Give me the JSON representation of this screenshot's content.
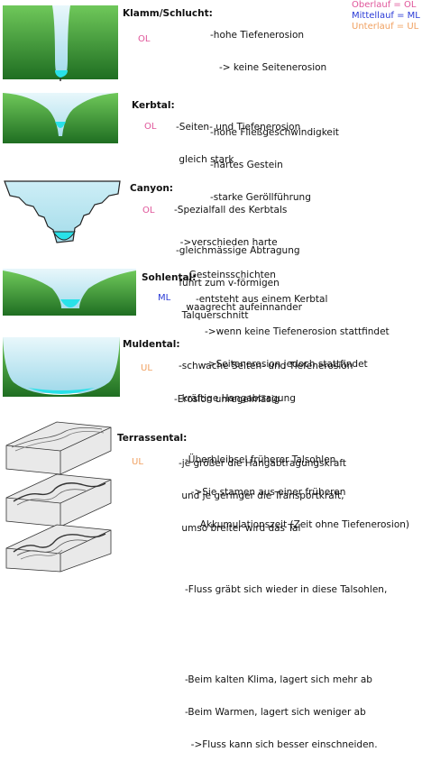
{
  "legend": {
    "oberlauf": "Oberlauf  = OL",
    "mittellauf": "Mittellauf = ML",
    "unterlauf": "Unterlauf = UL"
  },
  "colors": {
    "ol": "#e0559a",
    "ml": "#2a3ad6",
    "ul": "#f0a060",
    "green": "#2f8a2f",
    "green_light": "#6fc85a",
    "water": "#29e1e8",
    "sky": "#b2e2ee"
  },
  "valleys": [
    {
      "title": "Klamm/Schlucht:",
      "level": "OL",
      "lines": [
        "-hohe Tiefenerosion",
        "   -> keine Seitenerosion",
        "",
        "-hohe Fließgeschwindigkeit",
        "-hartes Gestein",
        "-starke Geröllführung"
      ]
    },
    {
      "title": "Kerbtal:",
      "level": "OL",
      "lines": [
        "-Seiten- und Tiefenerosion",
        " gleich stark",
        "",
        "",
        "-gleichmässige Abtragung",
        " führt zum v-förmigen",
        "  Talquerschnitt"
      ]
    },
    {
      "title": "Canyon:",
      "level": "OL",
      "lines": [
        "-Spezialfall des Kerbtals",
        "  ->verschieden harte",
        "     Gesteinsschichten",
        "    waagrecht aufeinnander",
        "",
        "",
        "-Erosion unregelmäsig"
      ]
    },
    {
      "title": "Sohlental:",
      "level": "ML",
      "lines": [
        "-entsteht aus einem Kerbtal",
        "   ->wenn keine Tiefenerosion stattfindet",
        "   ->Seitenerosion jedoch stattfindet"
      ]
    },
    {
      "title": "Muldental:",
      "level": "UL",
      "lines": [
        "-schwache Seiten- und Tiefenerosion",
        "-kräftige Hangabtragung",
        "",
        "-je größer die Hangabtragungskraft",
        " und je geringer die Transportkraft,",
        " umso breiter wird das Tal"
      ]
    },
    {
      "title": "Terrassental:",
      "level": "UL",
      "lines": [
        "-Überbleibsel früherer Talsohlen",
        "  ->Sie stamen aus einer früheren",
        "     Akkumulationszeit (Zeit ohne Tiefenerosion)",
        "",
        "-Fluss gräbt sich wieder in diese Talsohlen,",
        "",
        "",
        "-Beim kalten Klima, lagert sich mehr ab",
        "-Beim Warmen, lagert sich weniger ab",
        "  ->Fluss kann sich besser einschneiden."
      ]
    }
  ]
}
